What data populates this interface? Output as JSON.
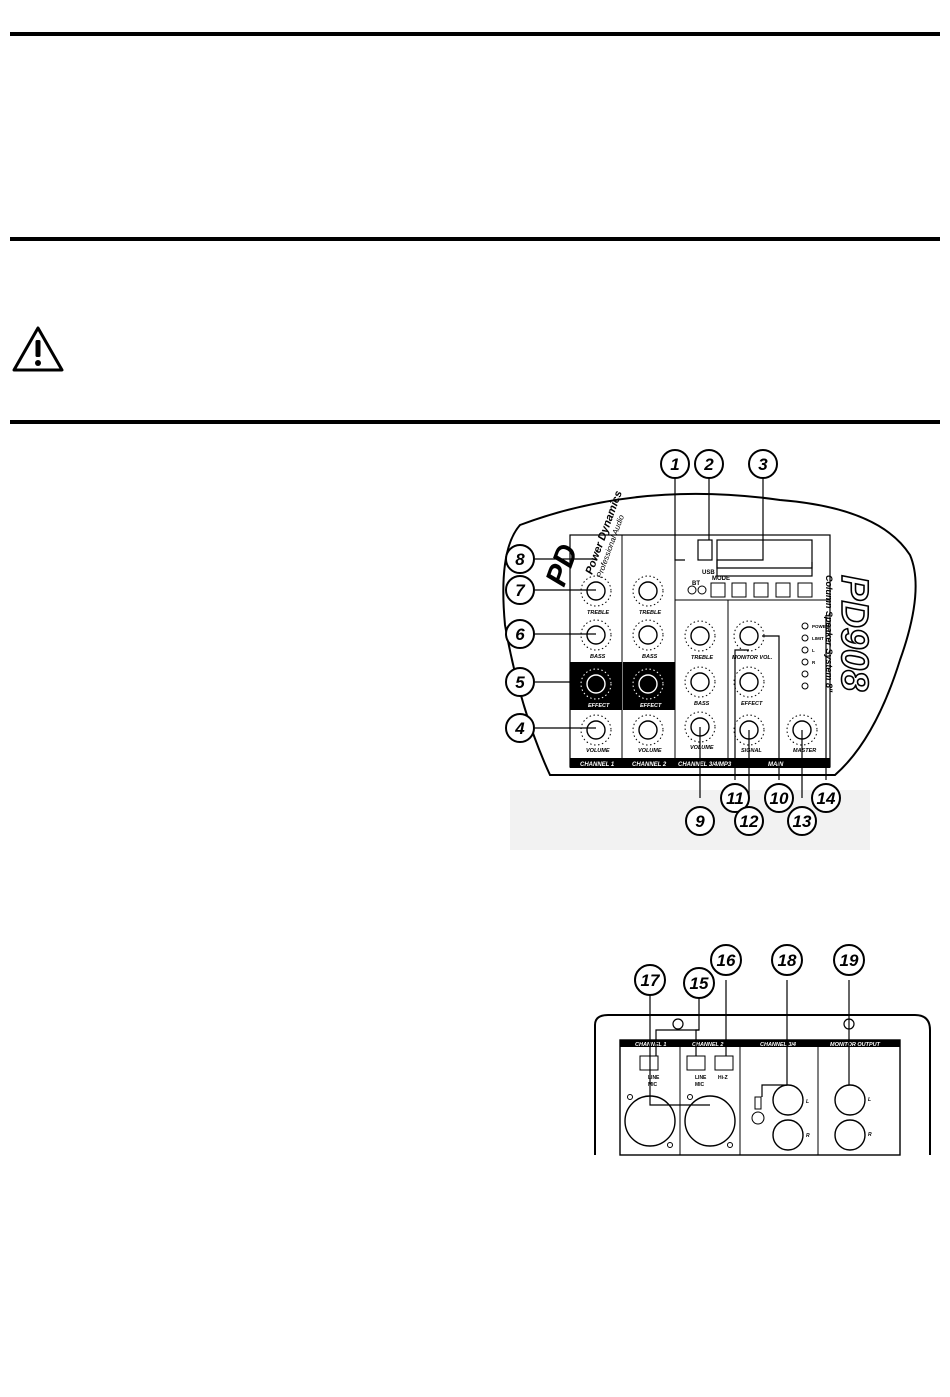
{
  "front_panel": {
    "brand": "Power Dynamics",
    "brand_sub": "Professional Audio",
    "model": "PD908",
    "model_sub": "Column Speaker System 8\"",
    "channels": [
      "CHANNEL 1",
      "CHANNEL 2",
      "CHANNEL 3/4/MP3",
      "MAIN"
    ],
    "knob_labels": {
      "treble": "TREBLE",
      "bass": "BASS",
      "effect": "EFFECT",
      "volume": "VOLUME",
      "monitor_vol": "MONITOR VOL.",
      "signal": "SIGNAL",
      "master": "MASTER"
    },
    "usb_label": "USB",
    "mode_label": "MODE",
    "bt_label": "BT",
    "led_labels": [
      "POWER",
      "LIMIT",
      "L",
      "R",
      "",
      ""
    ],
    "callouts": [
      "1",
      "2",
      "3",
      "4",
      "5",
      "6",
      "7",
      "8",
      "9",
      "10",
      "11",
      "12",
      "13",
      "14"
    ]
  },
  "rear_panel": {
    "sections": [
      "CHANNEL 1",
      "CHANNEL 2",
      "CHANNEL 3/4",
      "MONITOR OUTPUT"
    ],
    "switch_labels": [
      "LINE",
      "MIC",
      "LINE",
      "MIC",
      "Hi-Z"
    ],
    "jack_labels": [
      "L",
      "R",
      "L",
      "R"
    ],
    "callouts": [
      "15",
      "16",
      "17",
      "18",
      "19"
    ]
  }
}
